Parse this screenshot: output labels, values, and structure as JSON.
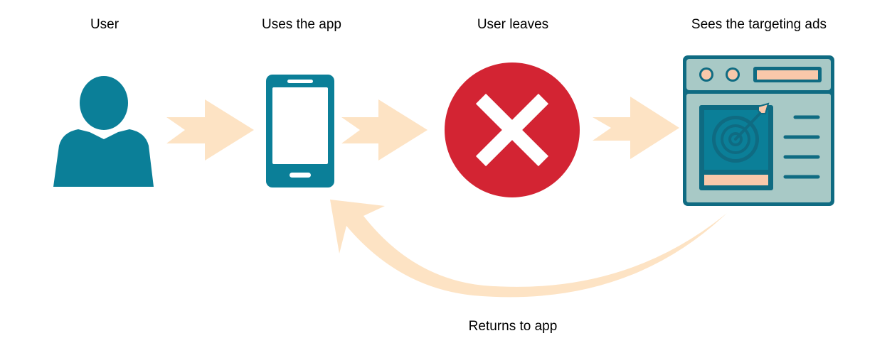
{
  "steps": [
    {
      "label": "User",
      "icon": "user-icon"
    },
    {
      "label": "Uses the app",
      "icon": "smartphone-icon"
    },
    {
      "label": "User leaves",
      "icon": "close-icon"
    },
    {
      "label": "Sees the targeting ads",
      "icon": "targeted-ad-browser-icon"
    }
  ],
  "return_label": "Returns to app",
  "colors": {
    "teal": "#0b7f98",
    "teal_dark": "#0f6b82",
    "red": "#d32433",
    "arrow": "#fde3c4",
    "peach": "#f9c8aa",
    "panel": "#a8c9c6",
    "white": "#ffffff"
  }
}
